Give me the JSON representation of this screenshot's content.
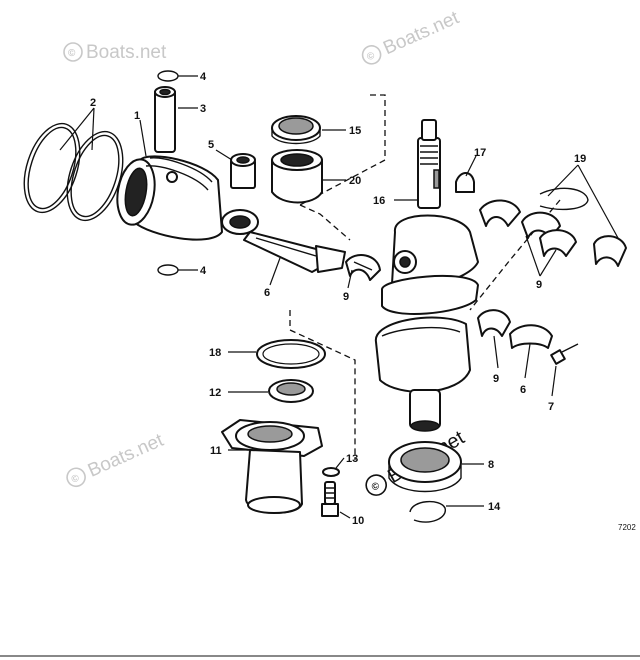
{
  "diagram": {
    "watermark": "Boats.net",
    "watermark_symbol": "©",
    "drawing_number": "7202",
    "callouts": [
      {
        "id": "c4a",
        "label": "4"
      },
      {
        "id": "c3",
        "label": "3"
      },
      {
        "id": "c2",
        "label": "2"
      },
      {
        "id": "c1",
        "label": "1"
      },
      {
        "id": "c5",
        "label": "5"
      },
      {
        "id": "c15",
        "label": "15"
      },
      {
        "id": "c20",
        "label": "20"
      },
      {
        "id": "c16",
        "label": "16"
      },
      {
        "id": "c17",
        "label": "17"
      },
      {
        "id": "c19",
        "label": "19"
      },
      {
        "id": "c4b",
        "label": "4"
      },
      {
        "id": "c6a",
        "label": "6"
      },
      {
        "id": "c9a",
        "label": "9"
      },
      {
        "id": "c9b",
        "label": "9"
      },
      {
        "id": "c9c",
        "label": "9"
      },
      {
        "id": "c6b",
        "label": "6"
      },
      {
        "id": "c7",
        "label": "7"
      },
      {
        "id": "c18",
        "label": "18"
      },
      {
        "id": "c12",
        "label": "12"
      },
      {
        "id": "c11",
        "label": "11"
      },
      {
        "id": "c13",
        "label": "13"
      },
      {
        "id": "c8",
        "label": "8"
      },
      {
        "id": "c14",
        "label": "14"
      },
      {
        "id": "c10",
        "label": "10"
      }
    ]
  }
}
